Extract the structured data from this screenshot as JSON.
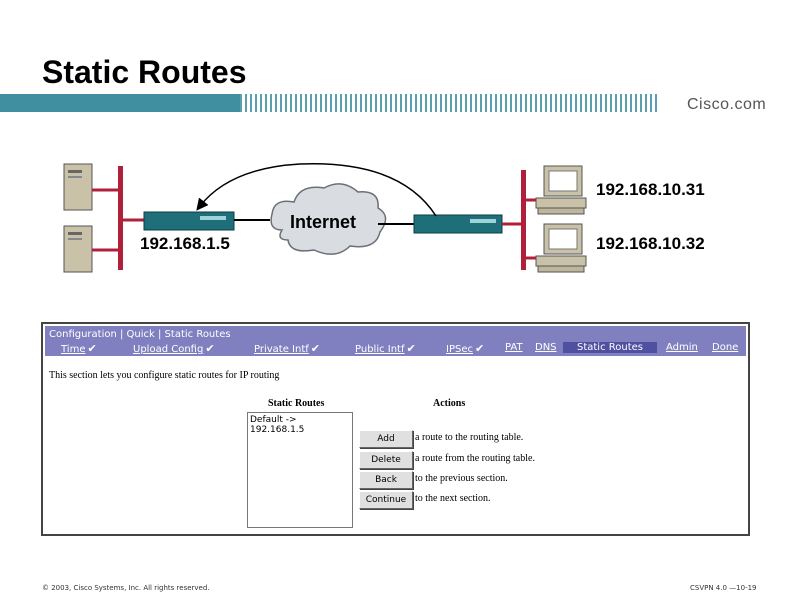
{
  "slide": {
    "title": "Static Routes",
    "brand": "Cisco.com",
    "footer_left": "© 2003, Cisco Systems, Inc. All rights reserved.",
    "footer_right": "CSVPN 4.0 —10-19"
  },
  "diagram": {
    "cloud_label": "Internet",
    "left_ip": "192.168.1.5",
    "right_ip_1": "192.168.10.31",
    "right_ip_2": "192.168.10.32"
  },
  "panel": {
    "header_title": "Configuration | Quick | Static Routes",
    "nav": [
      {
        "label": "Time",
        "checked": true
      },
      {
        "label": "Upload Config",
        "checked": true
      },
      {
        "label": "Private Intf",
        "checked": true
      },
      {
        "label": "Public Intf",
        "checked": true
      },
      {
        "label": "IPSec",
        "checked": true
      },
      {
        "label": "PAT",
        "checked": false
      },
      {
        "label": "DNS",
        "checked": false
      },
      {
        "label": "Static Routes",
        "checked": false,
        "active": true
      },
      {
        "label": "Admin",
        "checked": false
      },
      {
        "label": "Done",
        "checked": false
      }
    ],
    "intro": "This section lets you configure static routes for IP routing",
    "static_routes_label": "Static Routes",
    "actions_label": "Actions",
    "routes": [
      "Default -> 192.168.1.5"
    ],
    "buttons": [
      {
        "label": "Add",
        "desc": "a route to the routing table."
      },
      {
        "label": "Delete",
        "desc": "a route from the routing table."
      },
      {
        "label": "Back",
        "desc": "to the previous section."
      },
      {
        "label": "Continue",
        "desc": "to the next section."
      }
    ]
  },
  "colors": {
    "band": "#3f8fa1",
    "panel_header": "#8080c0",
    "device_teal": "#1f6f7a",
    "network_line": "#b0203a"
  }
}
